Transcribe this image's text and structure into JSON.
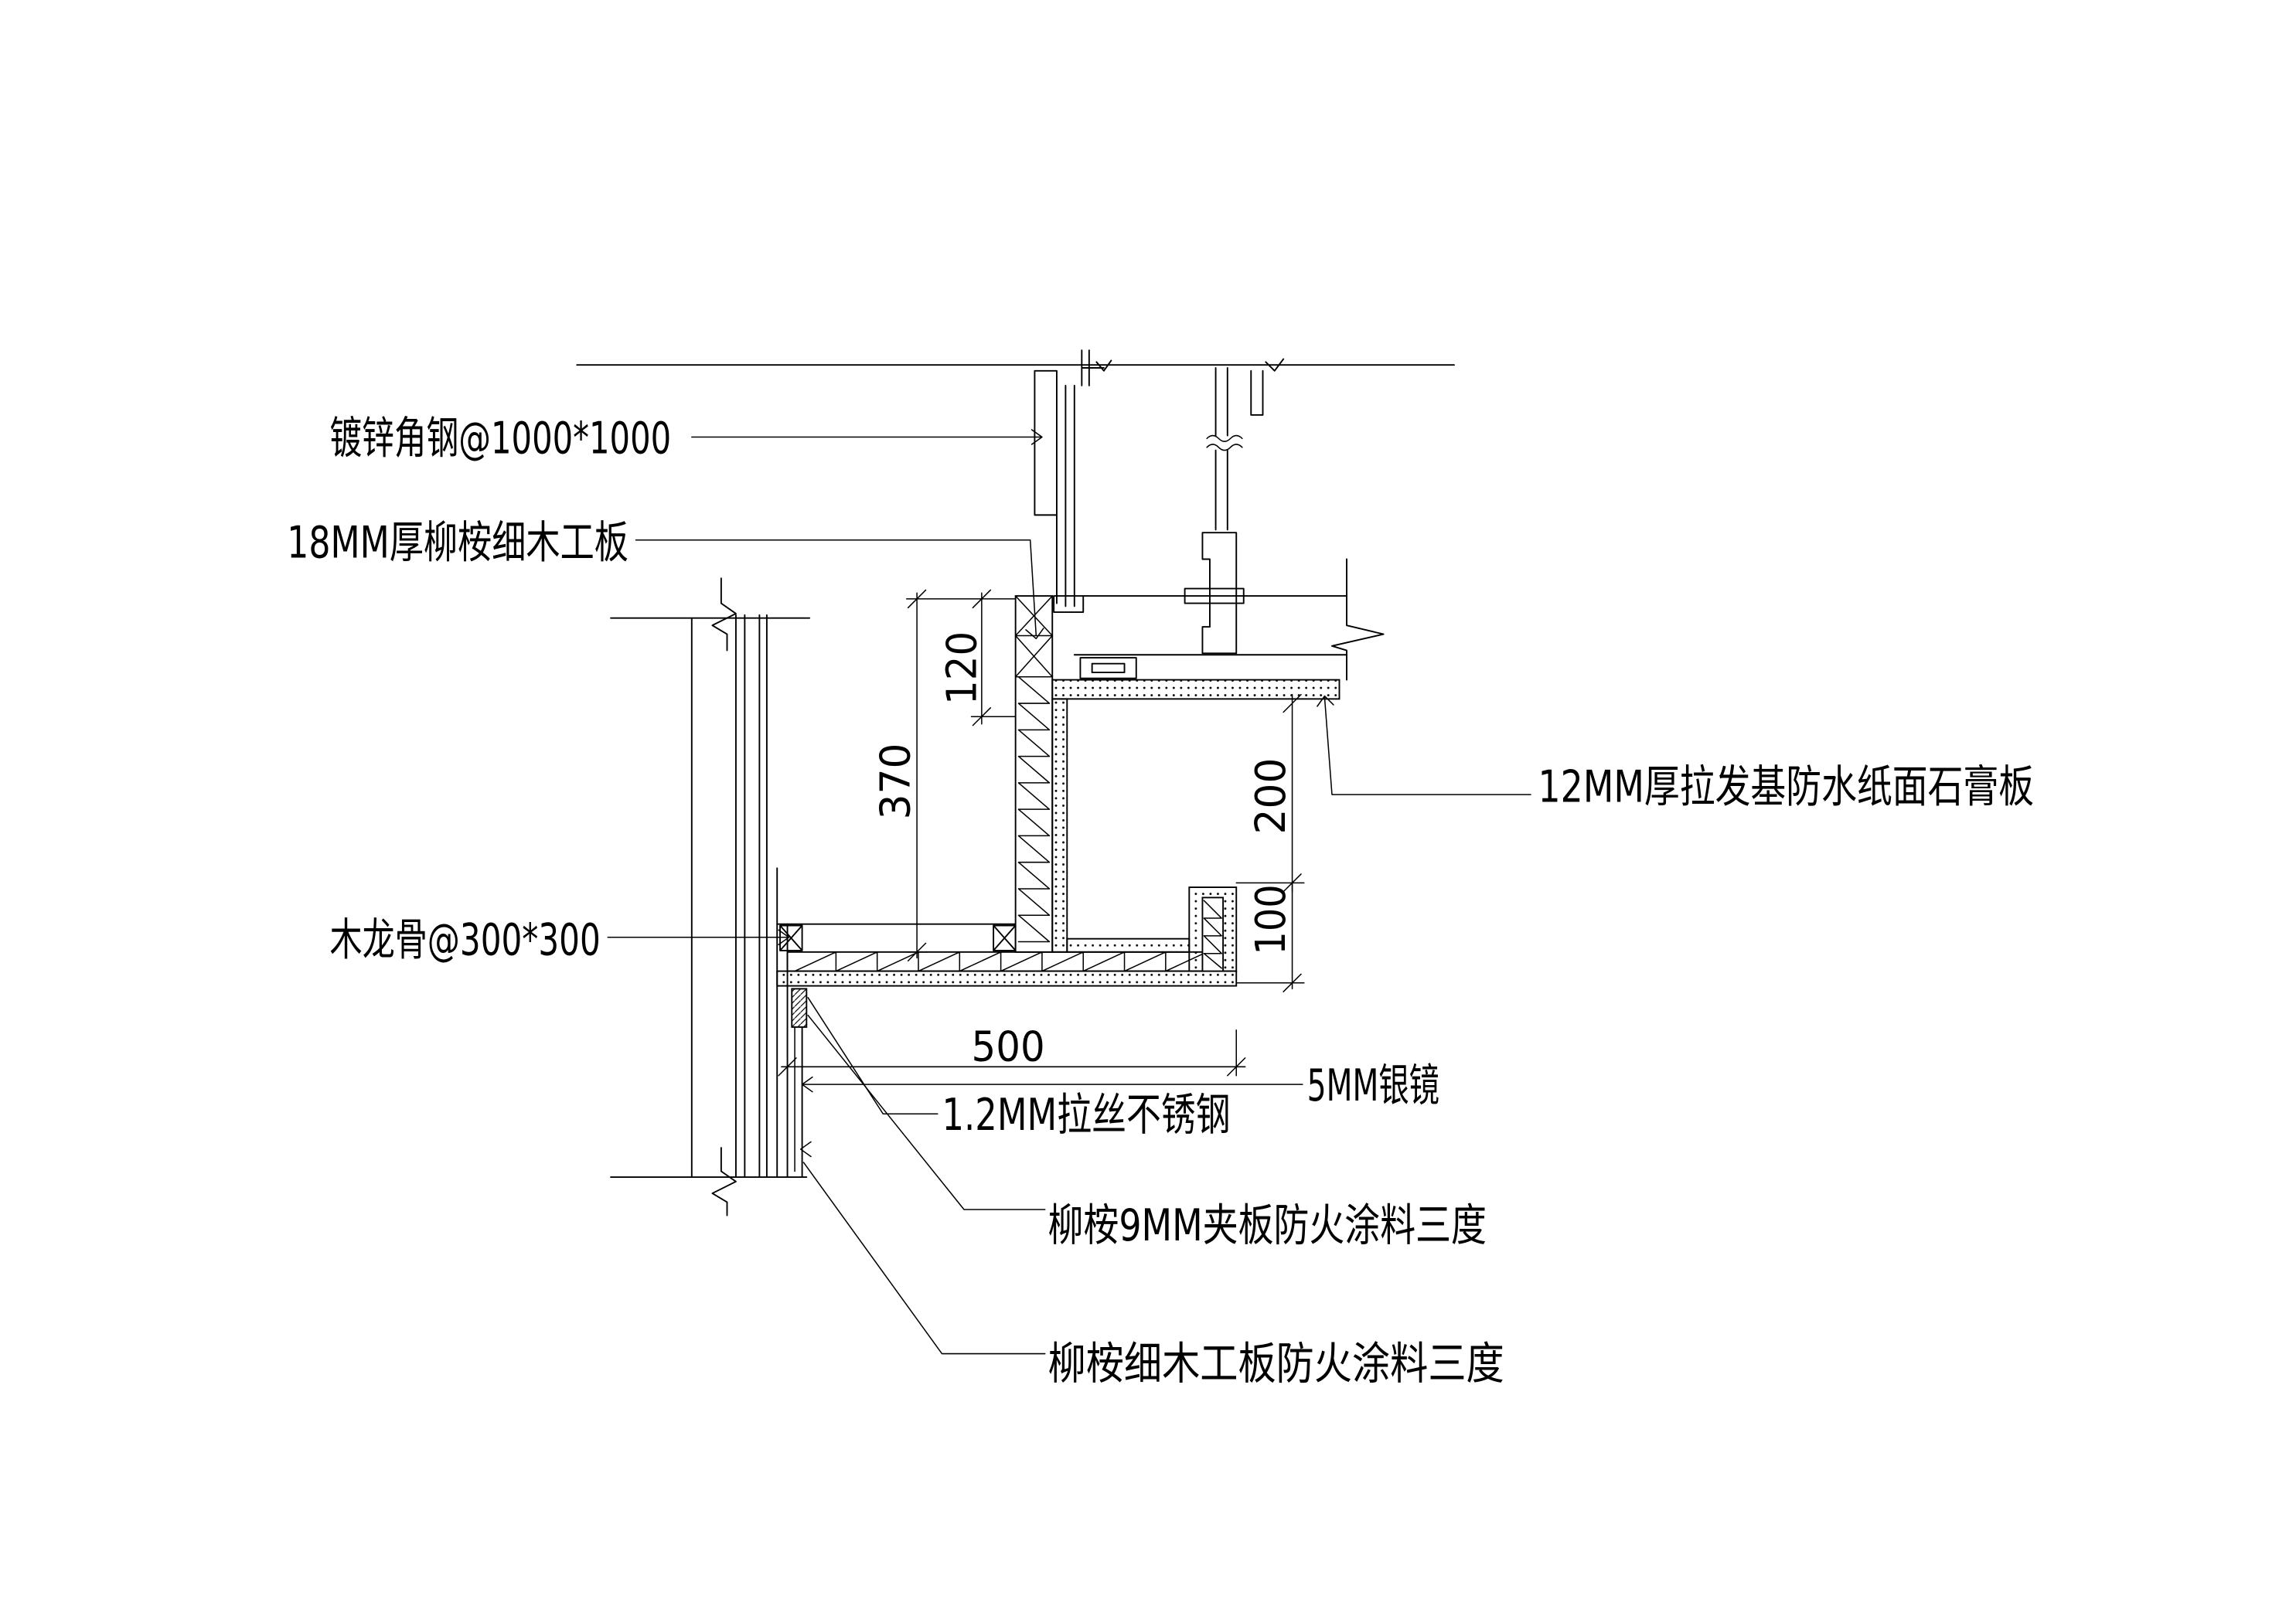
{
  "labels": {
    "galvanized_angle_steel": "镀锌角钢@1000*1000",
    "blockboard_18mm": "18MM厚柳桉细木工板",
    "gypsum_board_12mm": "12MM厚拉发基防水纸面石膏板",
    "wood_keel": "木龙骨@300*300",
    "silver_mirror": "5MM银镜",
    "brushed_stainless_steel": "1.2MM拉丝不锈钢",
    "plywood_9mm_fireproof": "柳桉9MM夹板防火涂料三度",
    "blockboard_fireproof": "柳桉细木工板防火涂料三度"
  },
  "dimensions": {
    "height_120": "120",
    "height_370": "370",
    "opening_200": "200",
    "lip_100": "100",
    "depth_500": "500"
  }
}
